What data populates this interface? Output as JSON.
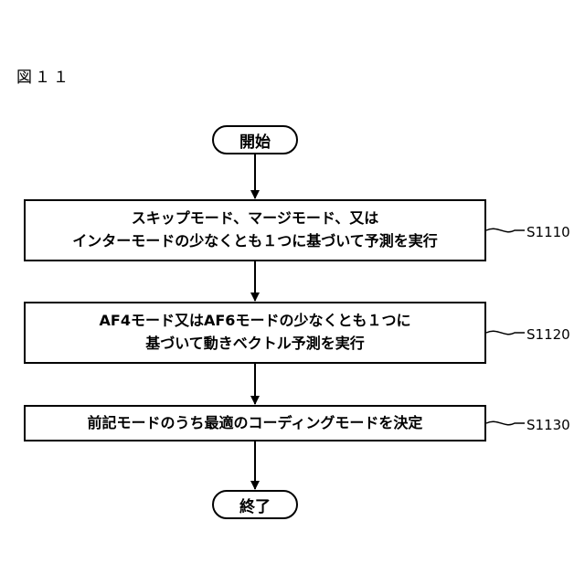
{
  "figure": {
    "label": "図１１"
  },
  "flow": {
    "start": "開始",
    "step1": {
      "line1": "スキップモード、マージモード、又は",
      "line2": "インターモードの少なくとも１つに基づいて予測を実行",
      "id": "S1110"
    },
    "step2": {
      "line1": "AF4モード又はAF6モードの少なくとも１つに",
      "line2": "基づいて動きベクトル予測を実行",
      "id": "S1120"
    },
    "step3": {
      "line1": "前記モードのうち最適のコーディングモードを決定",
      "id": "S1130"
    },
    "end": "終了"
  }
}
